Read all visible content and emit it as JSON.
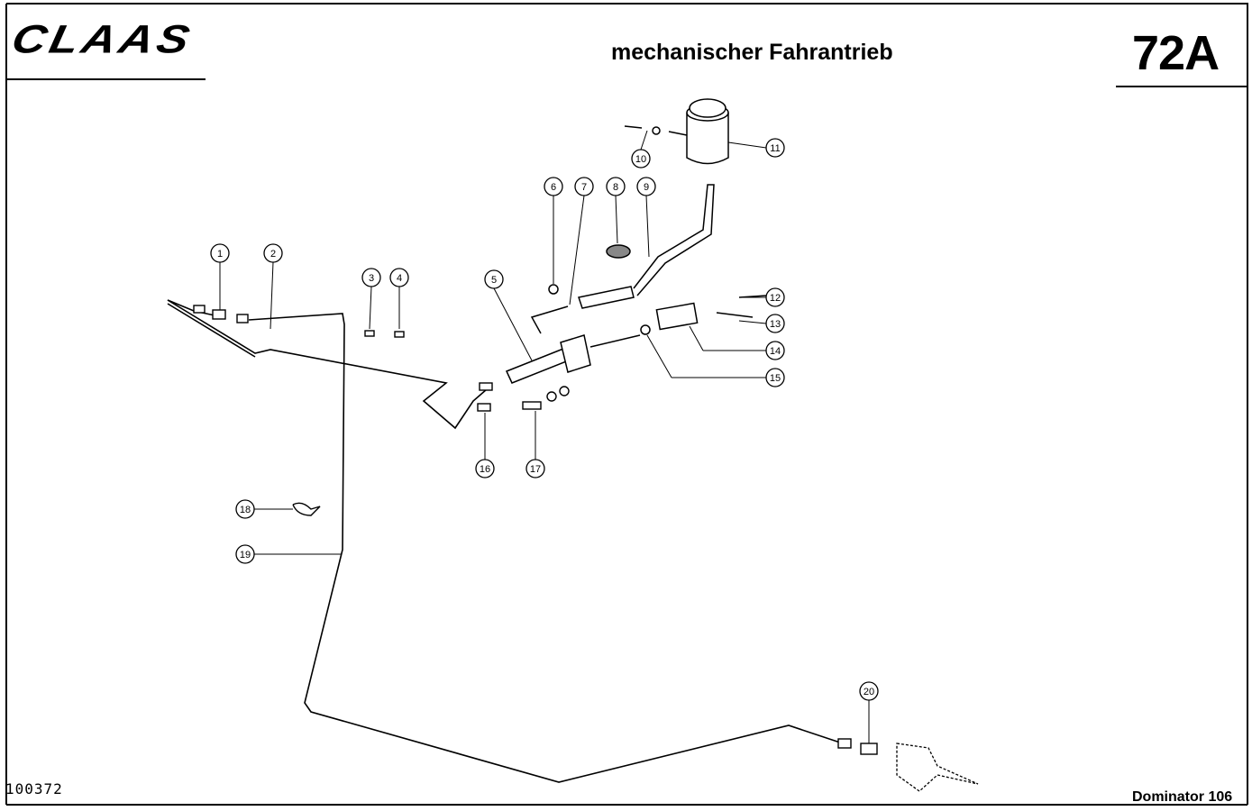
{
  "header": {
    "brand": "CLAAS",
    "title": "mechanischer Fahrantrieb",
    "page_number": "72A"
  },
  "footer": {
    "document_number": "100372",
    "model": "Dominator 106"
  },
  "callouts": [
    "1",
    "2",
    "3",
    "4",
    "5",
    "6",
    "7",
    "8",
    "9",
    "10",
    "11",
    "12",
    "13",
    "14",
    "15",
    "16",
    "17",
    "18",
    "19",
    "20"
  ]
}
